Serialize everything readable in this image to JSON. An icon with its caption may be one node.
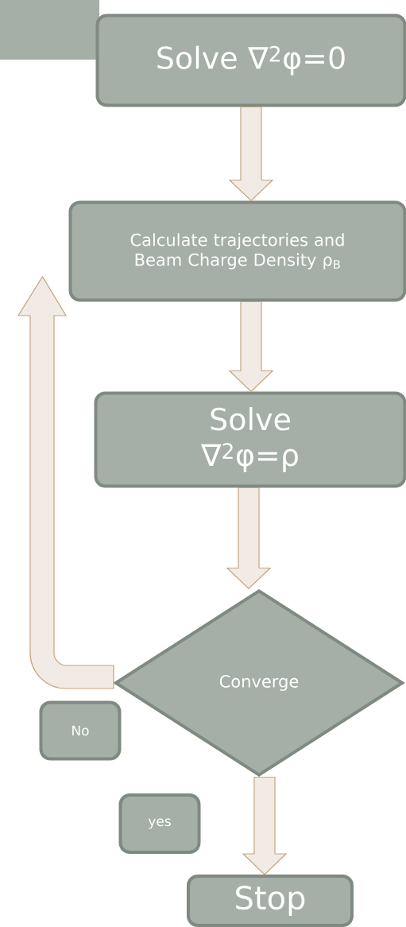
{
  "diagram": {
    "nodes": [
      {
        "text": [
          "Solve ∇$^{2}$φ=0"
        ]
      },
      {
        "text": [
          "Calculate trajectories and Beam Charge Density ρ$_{B}$"
        ]
      },
      {
        "text": [
          "Solve ∇$^{2}$φ=ρ"
        ]
      },
      {
        "text": [
          "Converge"
        ]
      },
      {
        "text": [
          "No"
        ]
      },
      {
        "text": [
          "yes"
        ]
      },
      {
        "text": [
          "Stop"
        ]
      }
    ],
    "edges": [
      {
        "from": 0,
        "to": 1,
        "arrow": "to"
      },
      {
        "from": 1,
        "to": 2,
        "arrow": "to"
      },
      {
        "from": 2,
        "to": 3,
        "arrow": "to"
      },
      {
        "from": 3,
        "to": 1,
        "arrow": "to"
      },
      {
        "from": 3,
        "to": 6,
        "arrow": "to"
      }
    ]
  }
}
